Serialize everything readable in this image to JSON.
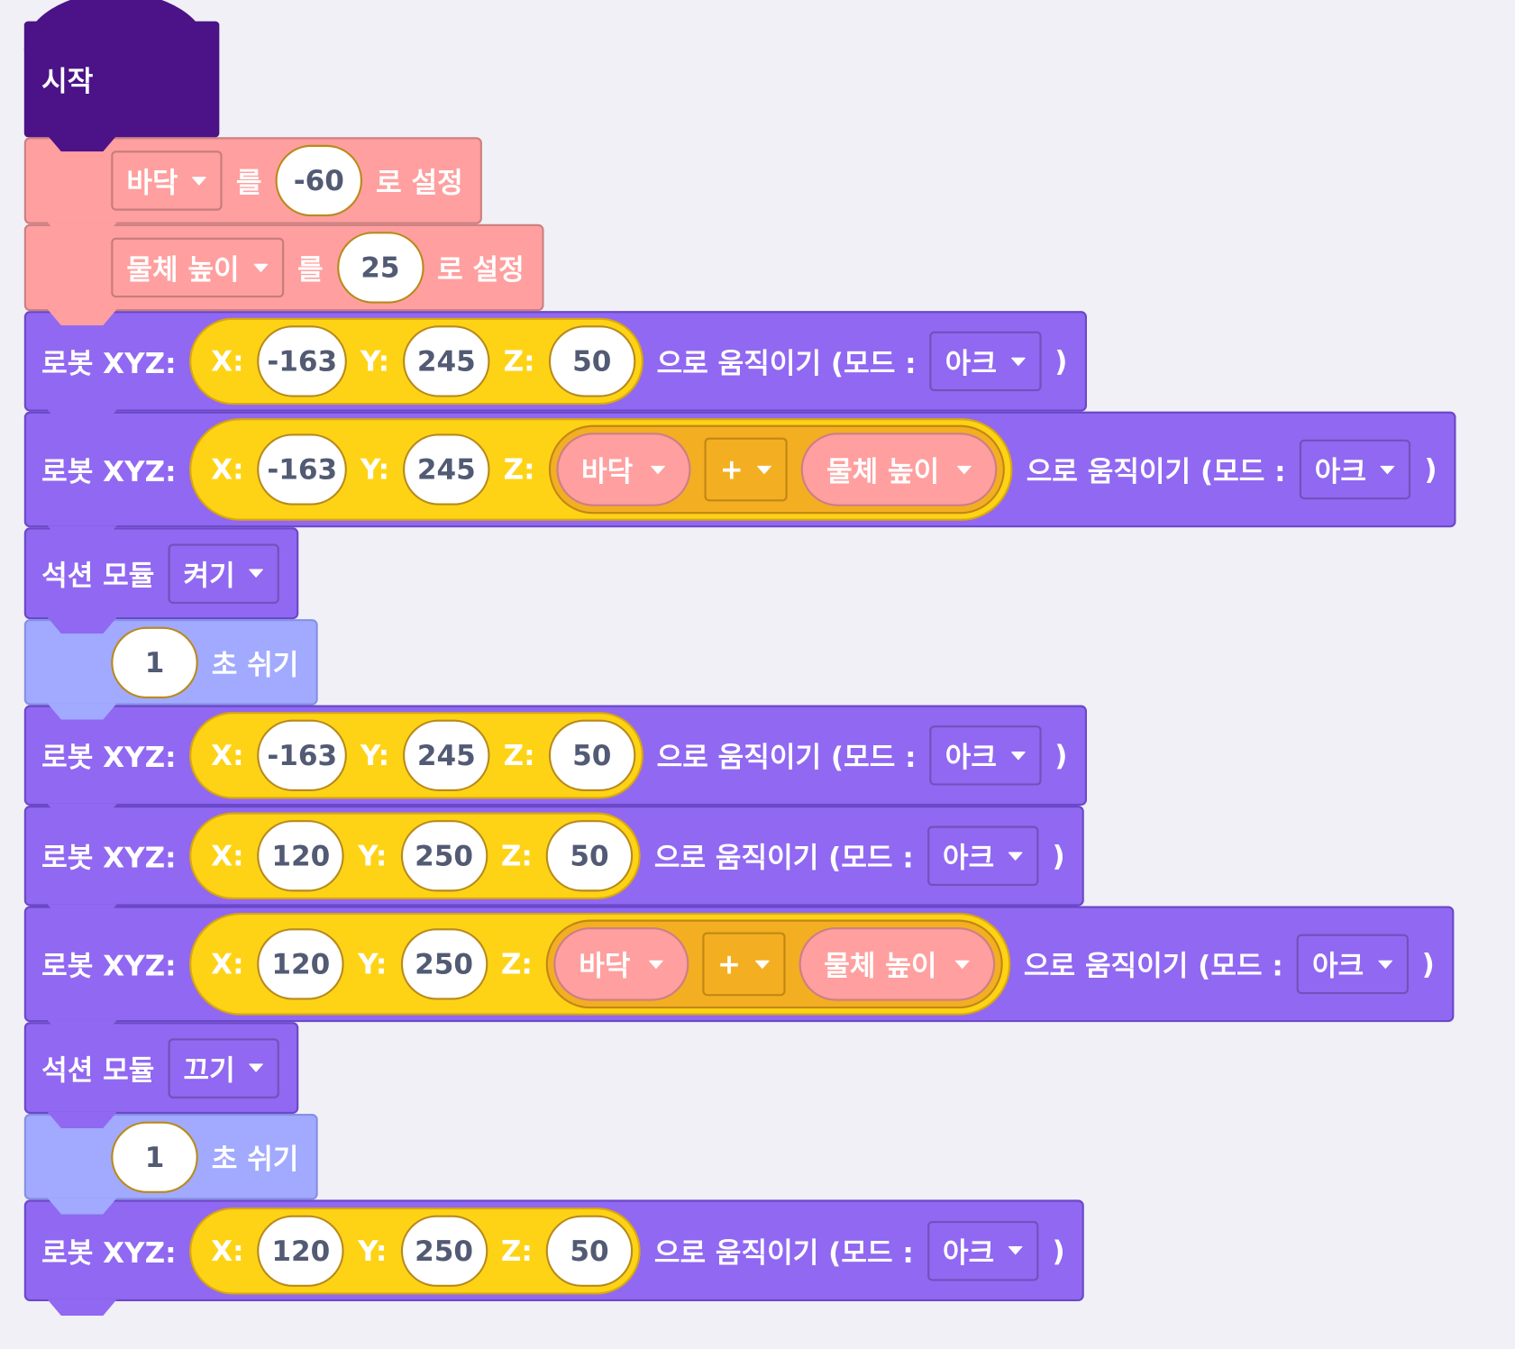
{
  "blocks": [
    {
      "type": "hat",
      "label": "시작"
    },
    {
      "type": "set",
      "variable": "바닥",
      "particle": "를",
      "value": "-60",
      "suffix": "로 설정"
    },
    {
      "type": "set",
      "variable": "물체 높이",
      "particle": "를",
      "value": "25",
      "suffix": "로 설정"
    },
    {
      "type": "move",
      "prefix": "로봇 XYZ:",
      "x_label": "X:",
      "x": "-163",
      "y_label": "Y:",
      "y": "245",
      "z_label": "Z:",
      "z": "50",
      "suffix": "으로 움직이기 (모드 :",
      "mode": "아크",
      "close": ")"
    },
    {
      "type": "move",
      "prefix": "로봇 XYZ:",
      "x_label": "X:",
      "x": "-163",
      "y_label": "Y:",
      "y": "245",
      "z_label": "Z:",
      "z": {
        "left": "바닥",
        "op": "+",
        "right": "물체 높이"
      },
      "suffix": "으로 움직이기 (모드 :",
      "mode": "아크",
      "close": ")"
    },
    {
      "type": "suction",
      "label": "석션 모듈",
      "state": "켜기"
    },
    {
      "type": "wait",
      "value": "1",
      "suffix": "초 쉬기"
    },
    {
      "type": "move",
      "prefix": "로봇 XYZ:",
      "x_label": "X:",
      "x": "-163",
      "y_label": "Y:",
      "y": "245",
      "z_label": "Z:",
      "z": "50",
      "suffix": "으로 움직이기 (모드 :",
      "mode": "아크",
      "close": ")"
    },
    {
      "type": "move",
      "prefix": "로봇 XYZ:",
      "x_label": "X:",
      "x": "120",
      "y_label": "Y:",
      "y": "250",
      "z_label": "Z:",
      "z": "50",
      "suffix": "으로 움직이기 (모드 :",
      "mode": "아크",
      "close": ")"
    },
    {
      "type": "move",
      "prefix": "로봇 XYZ:",
      "x_label": "X:",
      "x": "120",
      "y_label": "Y:",
      "y": "250",
      "z_label": "Z:",
      "z": {
        "left": "바닥",
        "op": "+",
        "right": "물체 높이"
      },
      "suffix": "으로 움직이기 (모드 :",
      "mode": "아크",
      "close": ")"
    },
    {
      "type": "suction",
      "label": "석션 모듈",
      "state": "끄기"
    },
    {
      "type": "wait",
      "value": "1",
      "suffix": "초 쉬기"
    },
    {
      "type": "move",
      "prefix": "로봇 XYZ:",
      "x_label": "X:",
      "x": "120",
      "y_label": "Y:",
      "y": "250",
      "z_label": "Z:",
      "z": "50",
      "suffix": "으로 움직이기 (모드 :",
      "mode": "아크",
      "close": ")"
    }
  ],
  "colors": {
    "hat": "#4b1387",
    "variable": "#ff9f9f",
    "motion": "#9168f1",
    "wait": "#a1aafe",
    "reporter": "#fed316",
    "operator": "#f4ae22"
  }
}
